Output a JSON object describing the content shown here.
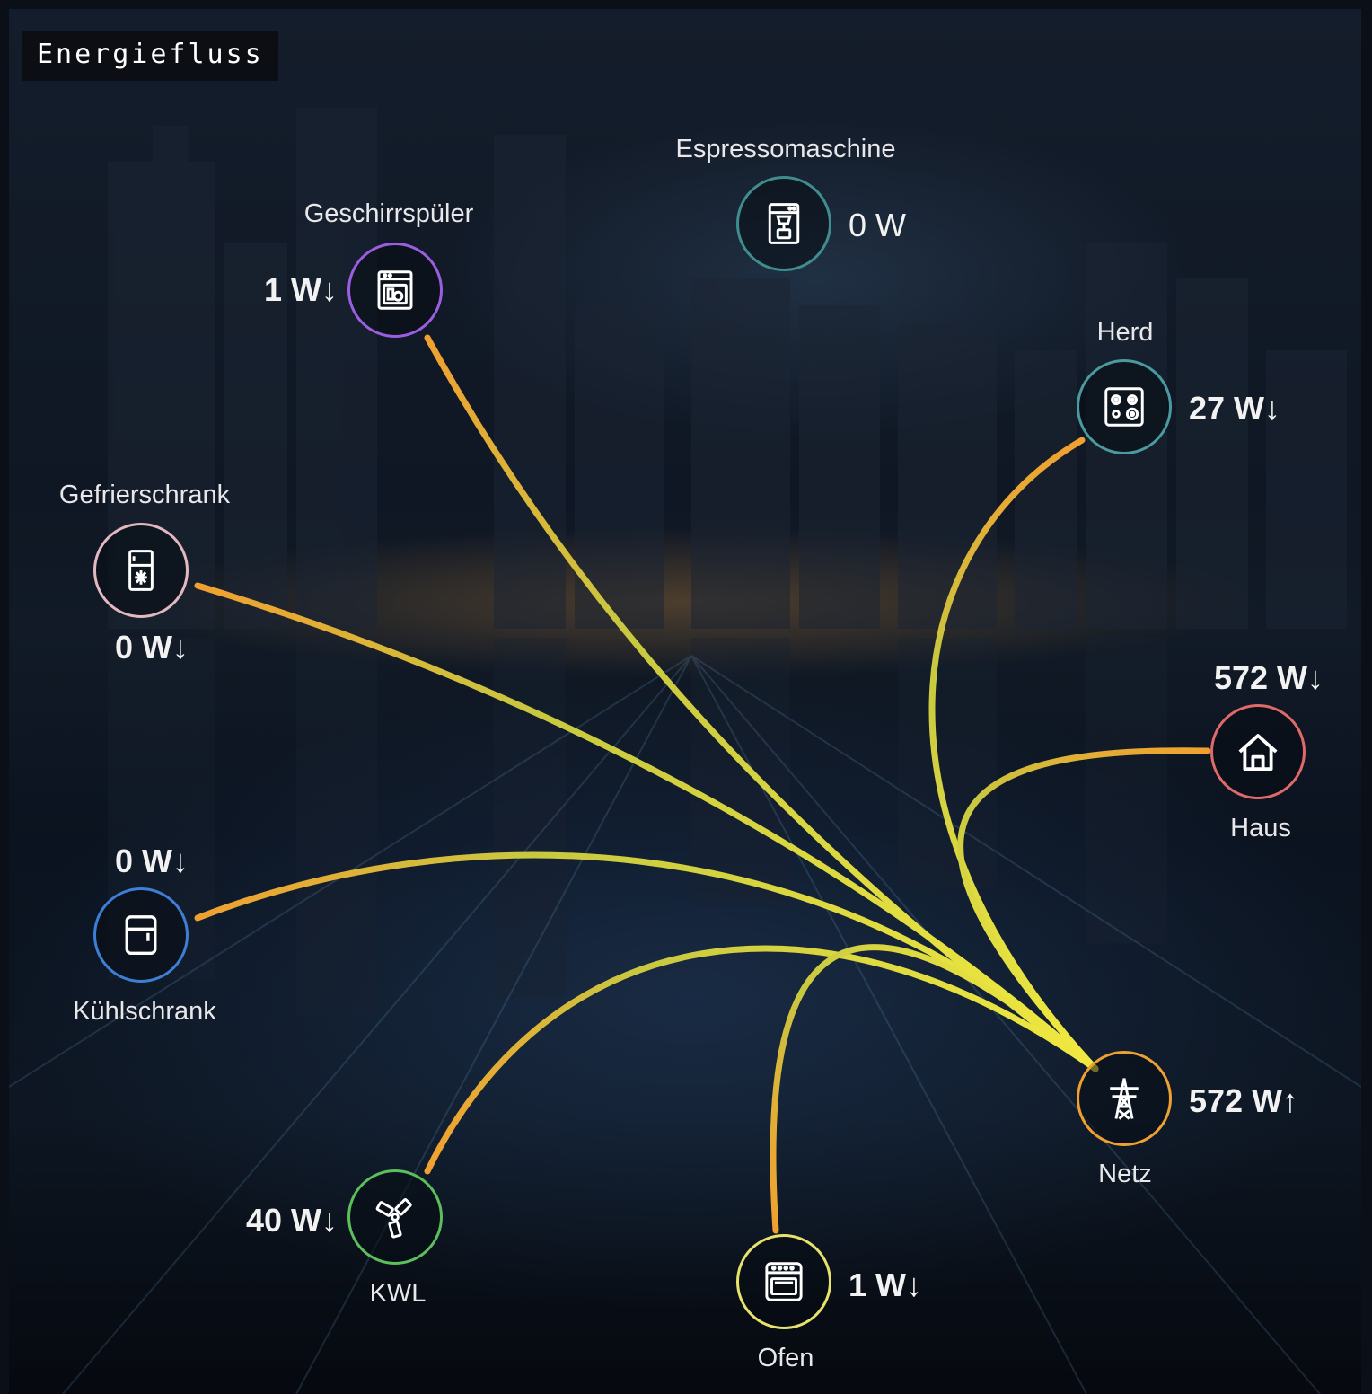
{
  "card": {
    "title": "Energiefluss"
  },
  "colors": {
    "flow_start": "#f0a030",
    "flow_mid": "#c8c840",
    "flow_end": "#f2ea40"
  },
  "nodes": {
    "geschirrspueler": {
      "label": "Geschirrspüler",
      "value": "1 W↓",
      "icon": "dishwasher-icon",
      "ring_color": "#9a5fe0"
    },
    "espressomaschine": {
      "label": "Espressomaschine",
      "value": "0 W",
      "icon": "coffee-maker-icon",
      "ring_color": "#3f8d8d"
    },
    "herd": {
      "label": "Herd",
      "value": "27 W↓",
      "icon": "stove-icon",
      "ring_color": "#4a9aa0"
    },
    "gefrierschrank": {
      "label": "Gefrierschrank",
      "value": "0 W↓",
      "icon": "freezer-icon",
      "ring_color": "#e3b8c0"
    },
    "haus": {
      "label": "Haus",
      "value": "572 W↓",
      "icon": "home-icon",
      "ring_color": "#e06a6a"
    },
    "kuehlschrank": {
      "label": "Kühlschrank",
      "value": "0 W↓",
      "icon": "fridge-icon",
      "ring_color": "#3d7fd4"
    },
    "netz": {
      "label": "Netz",
      "value": "572 W↑",
      "icon": "transmission-tower-icon",
      "ring_color": "#f0a030"
    },
    "kwl": {
      "label": "KWL",
      "value": "40 W↓",
      "icon": "fan-icon",
      "ring_color": "#5cbf5c"
    },
    "ofen": {
      "label": "Ofen",
      "value": "1 W↓",
      "icon": "oven-icon",
      "ring_color": "#e7e36a"
    }
  }
}
